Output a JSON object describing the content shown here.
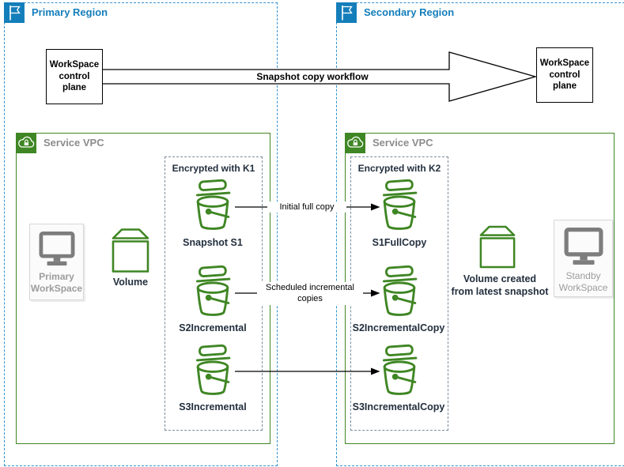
{
  "colors": {
    "region_blue": "#147EBA",
    "region_border_blue": "#2E93D2",
    "vpc_green": "#3F8624",
    "bucket_green": "#3F8624",
    "navy_text": "#232F3E",
    "gray_text": "#8C8C8C",
    "workspace_gray": "#7D7D7D"
  },
  "primary_region": {
    "title": "Primary Region",
    "control_plane": "WorkSpace\ncontrol\nplane",
    "vpc_title": "Service VPC",
    "encrypted_box_title": "Encrypted with K1",
    "buckets": [
      "Snapshot S1",
      "S2Incremental",
      "S3Incremental"
    ],
    "workspace": "Primary\nWorkSpace",
    "volume": "Volume"
  },
  "secondary_region": {
    "title": "Secondary Region",
    "control_plane": "WorkSpace\ncontrol\nplane",
    "vpc_title": "Service VPC",
    "encrypted_box_title": "Encrypted with K2",
    "buckets": [
      "S1FullCopy",
      "S2IncrementalCopy",
      "S3IncrementalCopy"
    ],
    "workspace": "Standby\nWorkSpace",
    "volume": "Volume created\nfrom latest snapshot"
  },
  "labels": {
    "workflow": "Snapshot copy workflow",
    "initial_copy": "Initial full copy",
    "incremental_copies": "Scheduled incremental\ncopies"
  },
  "icons": {
    "flag": "region-flag-icon",
    "cloud_lock": "vpc-cloud-lock-icon",
    "bucket": "s3-bucket-icon",
    "monitor": "workspace-monitor-icon",
    "volume": "volume-icon"
  }
}
